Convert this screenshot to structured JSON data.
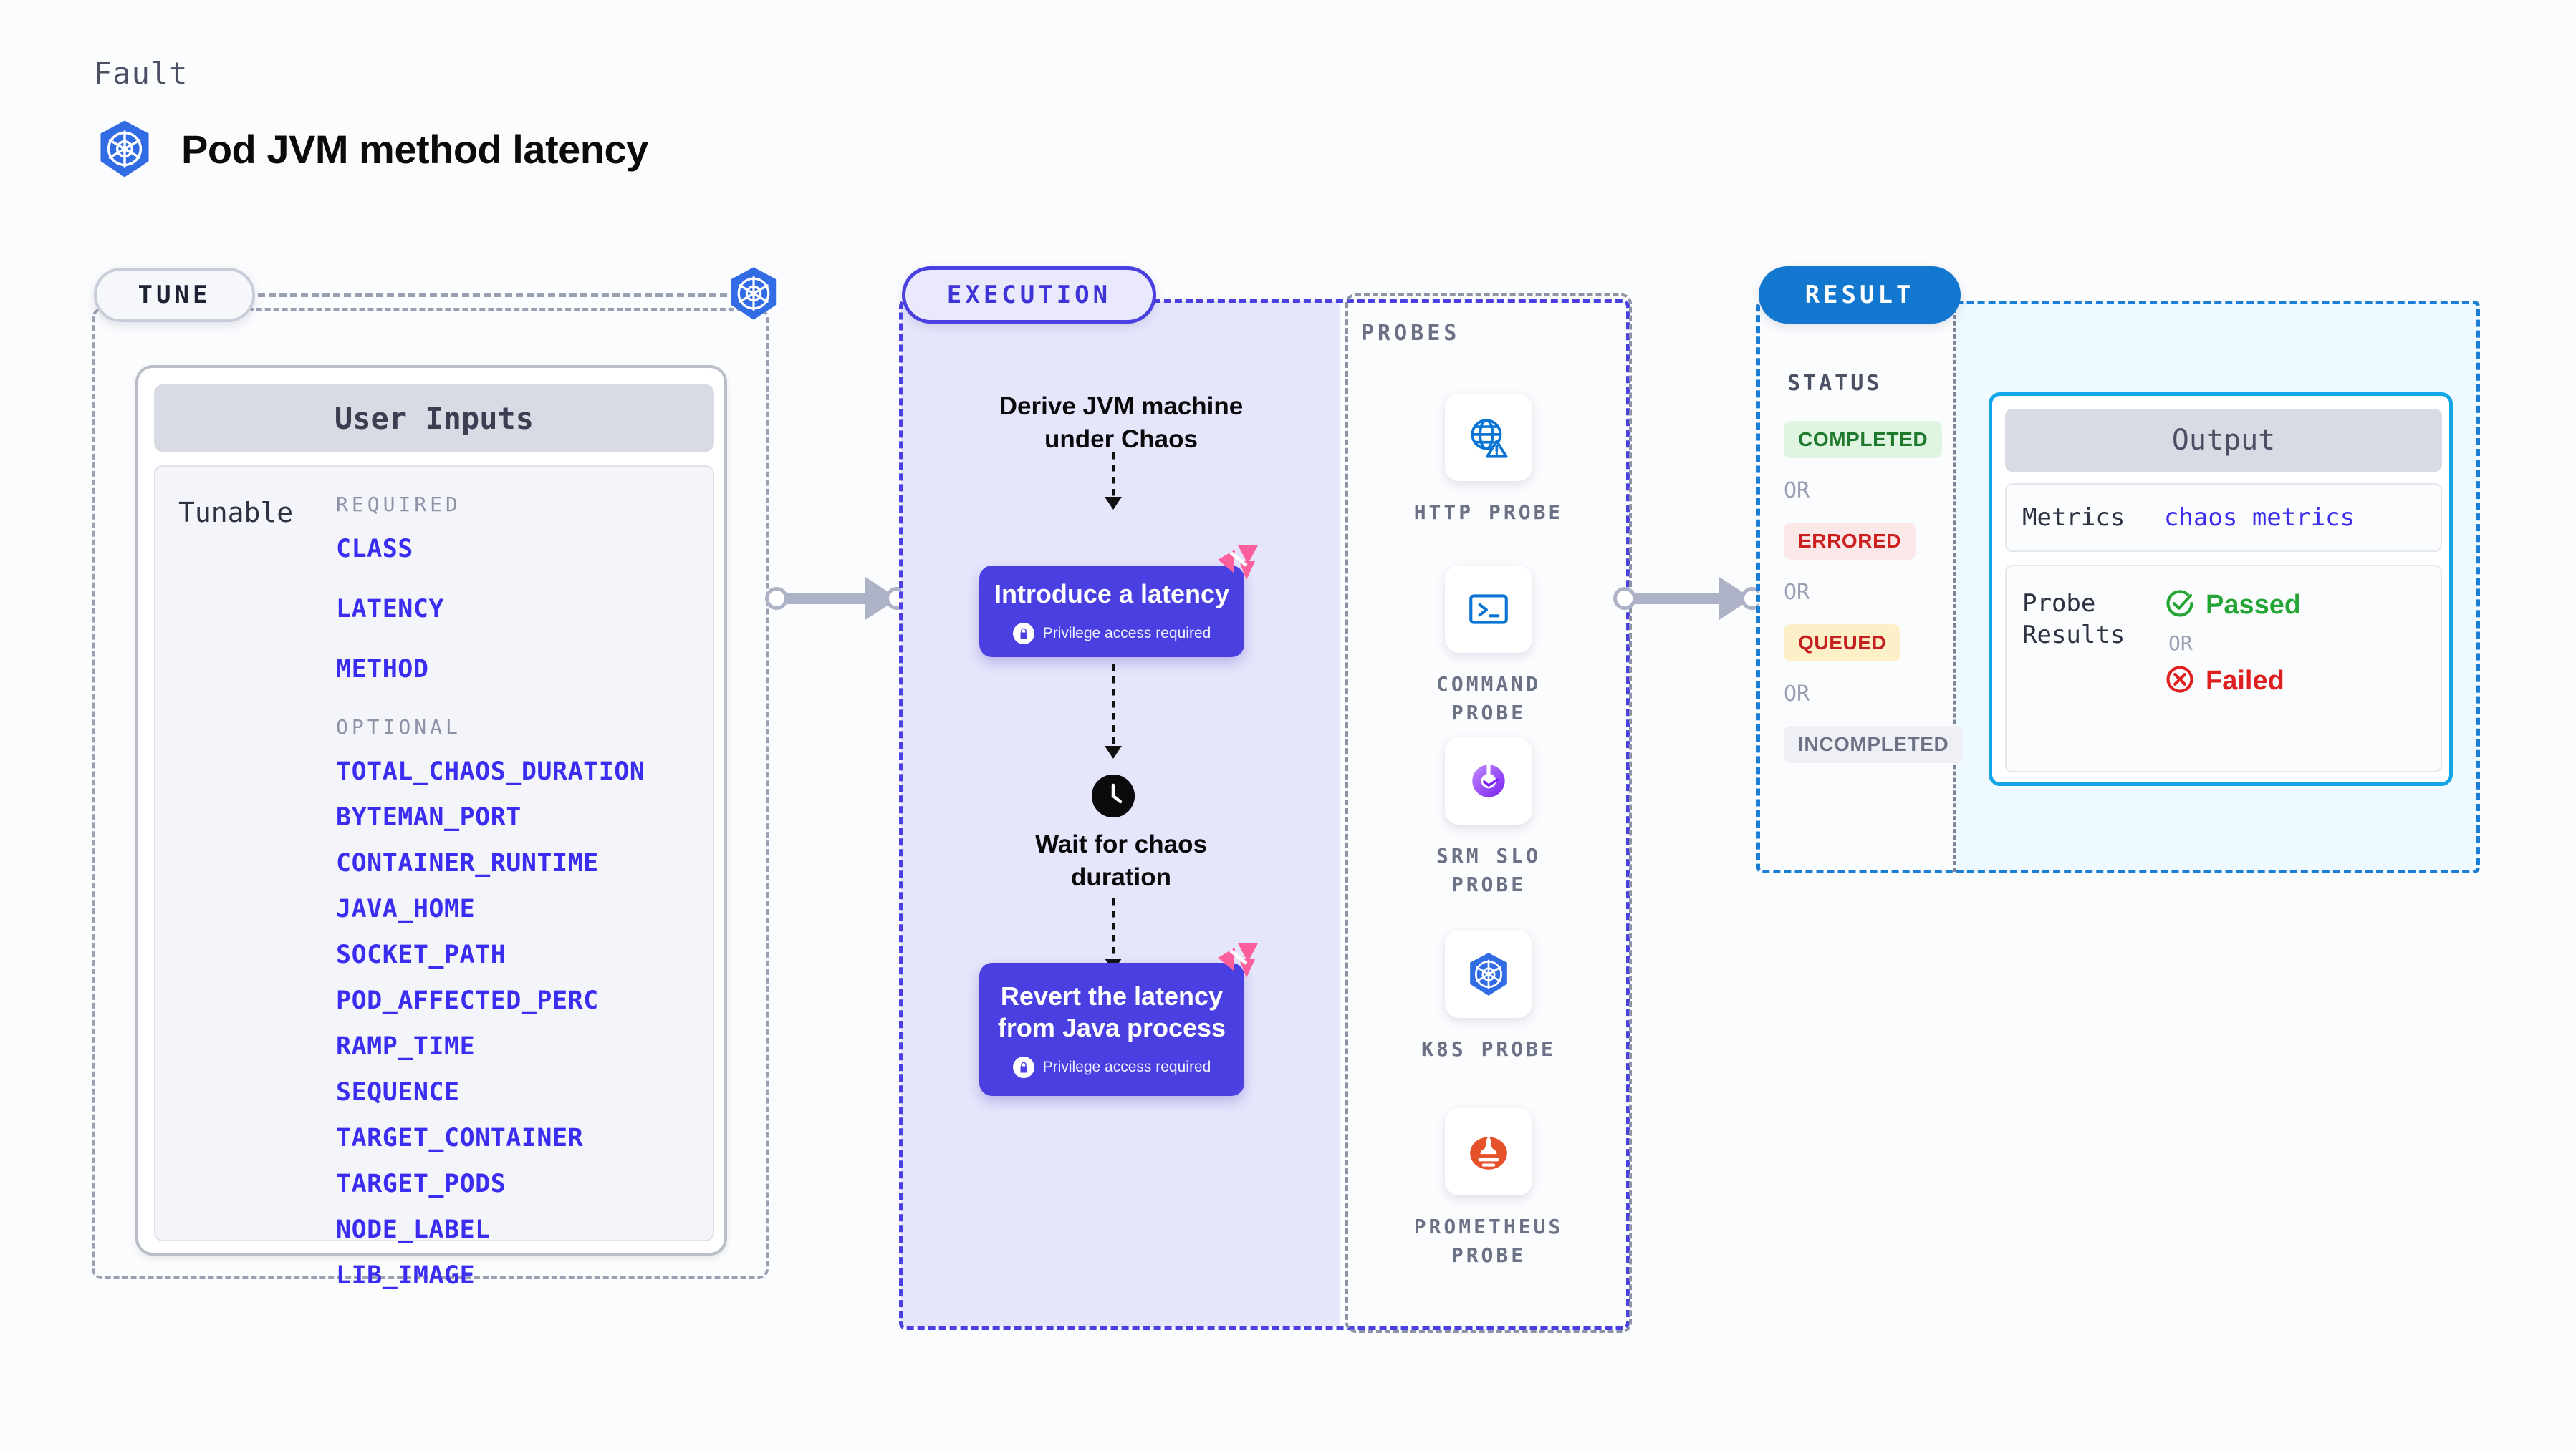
{
  "header": {
    "kicker": "Fault",
    "title": "Pod JVM method latency",
    "logo_icon": "kubernetes-icon"
  },
  "tune": {
    "pill_label": "TUNE",
    "node_icon": "kubernetes-icon",
    "card_title": "User Inputs",
    "tunable_label": "Tunable",
    "required_heading": "REQUIRED",
    "required": [
      "CLASS",
      "LATENCY",
      "METHOD"
    ],
    "optional_heading": "OPTIONAL",
    "optional": [
      "TOTAL_CHAOS_DURATION",
      "BYTEMAN_PORT",
      "CONTAINER_RUNTIME",
      "JAVA_HOME",
      "SOCKET_PATH",
      "POD_AFFECTED_PERC",
      "RAMP_TIME",
      "SEQUENCE",
      "TARGET_CONTAINER",
      "TARGET_PODS",
      "NODE_LABEL",
      "LIB_IMAGE"
    ]
  },
  "execution": {
    "pill_label": "EXECUTION",
    "step1_line1": "Derive JVM machine",
    "step1_line2": "under Chaos",
    "step2_line1": "Introduce a latency",
    "step2_privilege": "Privilege access required",
    "step3_line1": "Wait for chaos",
    "step3_line2": "duration",
    "step3_icon": "clock-icon",
    "step4_line1": "Revert the latency",
    "step4_line2": "from Java process",
    "step4_privilege": "Privilege access required",
    "badge_icon": "litmus-chaos-icon",
    "lock_icon": "lock-icon"
  },
  "probes": {
    "title": "PROBES",
    "items": [
      {
        "name_line1": "HTTP PROBE",
        "name_line2": "",
        "icon": "globe-warning-icon"
      },
      {
        "name_line1": "COMMAND",
        "name_line2": "PROBE",
        "icon": "terminal-icon"
      },
      {
        "name_line1": "SRM SLO",
        "name_line2": "PROBE",
        "icon": "srm-slo-donut-icon"
      },
      {
        "name_line1": "K8S PROBE",
        "name_line2": "",
        "icon": "kubernetes-icon"
      },
      {
        "name_line1": "PROMETHEUS",
        "name_line2": "PROBE",
        "icon": "prometheus-icon"
      }
    ]
  },
  "result": {
    "pill_label": "RESULT",
    "status_title": "STATUS",
    "or_label": "OR",
    "statuses": [
      {
        "label": "COMPLETED",
        "bg": "#dff5e1",
        "fg": "#1f7a2e"
      },
      {
        "label": "ERRORED",
        "bg": "#fce8e8",
        "fg": "#cc1f1f"
      },
      {
        "label": "QUEUED",
        "bg": "#fdf0c8",
        "fg": "#c42020"
      },
      {
        "label": "INCOMPLETED",
        "bg": "#eef0f5",
        "fg": "#6c7285"
      }
    ],
    "output": {
      "title": "Output",
      "metrics_key": "Metrics",
      "metrics_value": "chaos metrics",
      "probe_key_line1": "Probe",
      "probe_key_line2": "Results",
      "passed_label": "Passed",
      "failed_label": "Failed",
      "or_label": "OR",
      "passed_icon": "check-circle-icon",
      "failed_icon": "x-circle-icon"
    }
  },
  "connectors": {
    "tune_to_execution_icon": "arrow-right-icon",
    "probes_to_result_icon": "arrow-right-icon"
  },
  "colors": {
    "accent_purple": "#4a3fe0",
    "accent_blue": "#1277ce",
    "param_blue": "#3b2df0",
    "pink": "#fd5f9c"
  }
}
